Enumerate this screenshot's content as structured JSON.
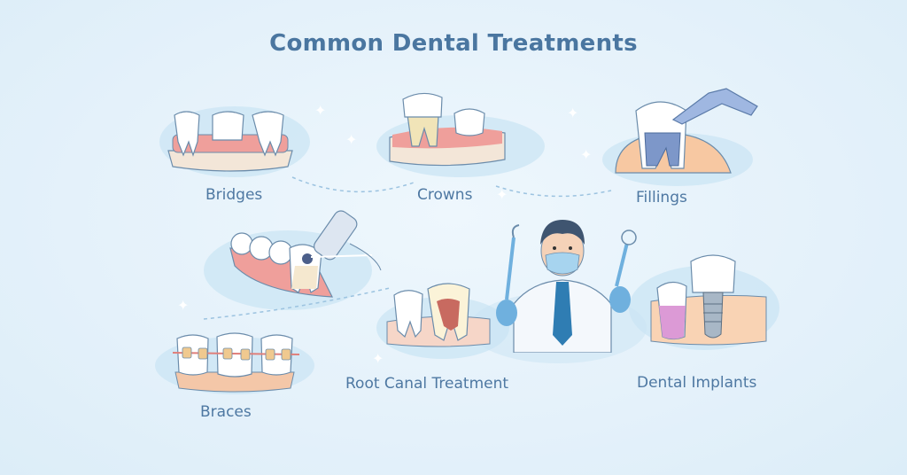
{
  "title": "Common Dental Treatments",
  "treatments": [
    {
      "label": "Bridges",
      "icon": "bridge-teeth-icon"
    },
    {
      "label": "Crowns",
      "icon": "crown-tooth-icon"
    },
    {
      "label": "Fillings",
      "icon": "filling-tooth-icon"
    },
    {
      "label": "Braces",
      "icon": "braces-teeth-icon"
    },
    {
      "label": "Root Canal Treatment",
      "icon": "root-canal-tooth-icon"
    },
    {
      "label": "Dental Implants",
      "icon": "dental-implant-icon"
    }
  ],
  "center_figure": "dentist-illustration",
  "colors": {
    "background": "#e6f2fb",
    "text": "#4e78a2",
    "title": "#4a76a0",
    "gum": "#f0a8a4",
    "tooth": "#ffffff",
    "accent": "#7fb9de"
  }
}
